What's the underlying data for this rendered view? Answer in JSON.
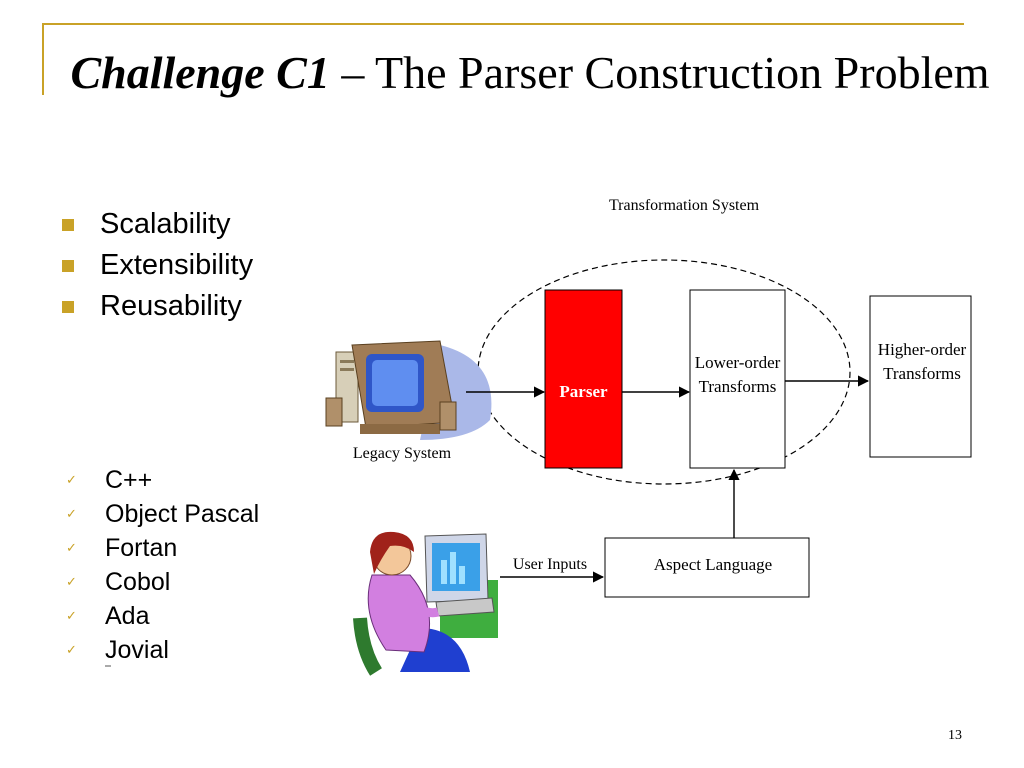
{
  "title": {
    "emph": "Challenge C1",
    "rest": " – The Parser Construction Problem"
  },
  "bullets": [
    "Scalability",
    "Extensibility",
    "Reusability"
  ],
  "languages": [
    "C++",
    "Object Pascal",
    "Fortan",
    "Cobol",
    "Ada",
    "Jovial"
  ],
  "diagram": {
    "transformation_system": "Transformation System",
    "legacy_system": "Legacy System",
    "parser": "Parser",
    "lower_order": "Lower-order Transforms",
    "higher_order": "Higher-order Transforms",
    "user_inputs": "User Inputs",
    "aspect_language": "Aspect Language"
  },
  "page_number": "13",
  "colors": {
    "accent": "#c9a227",
    "parser_fill": "#ff0000"
  },
  "icons": [
    "computer-clipart-icon",
    "user-at-computer-clipart-icon"
  ]
}
